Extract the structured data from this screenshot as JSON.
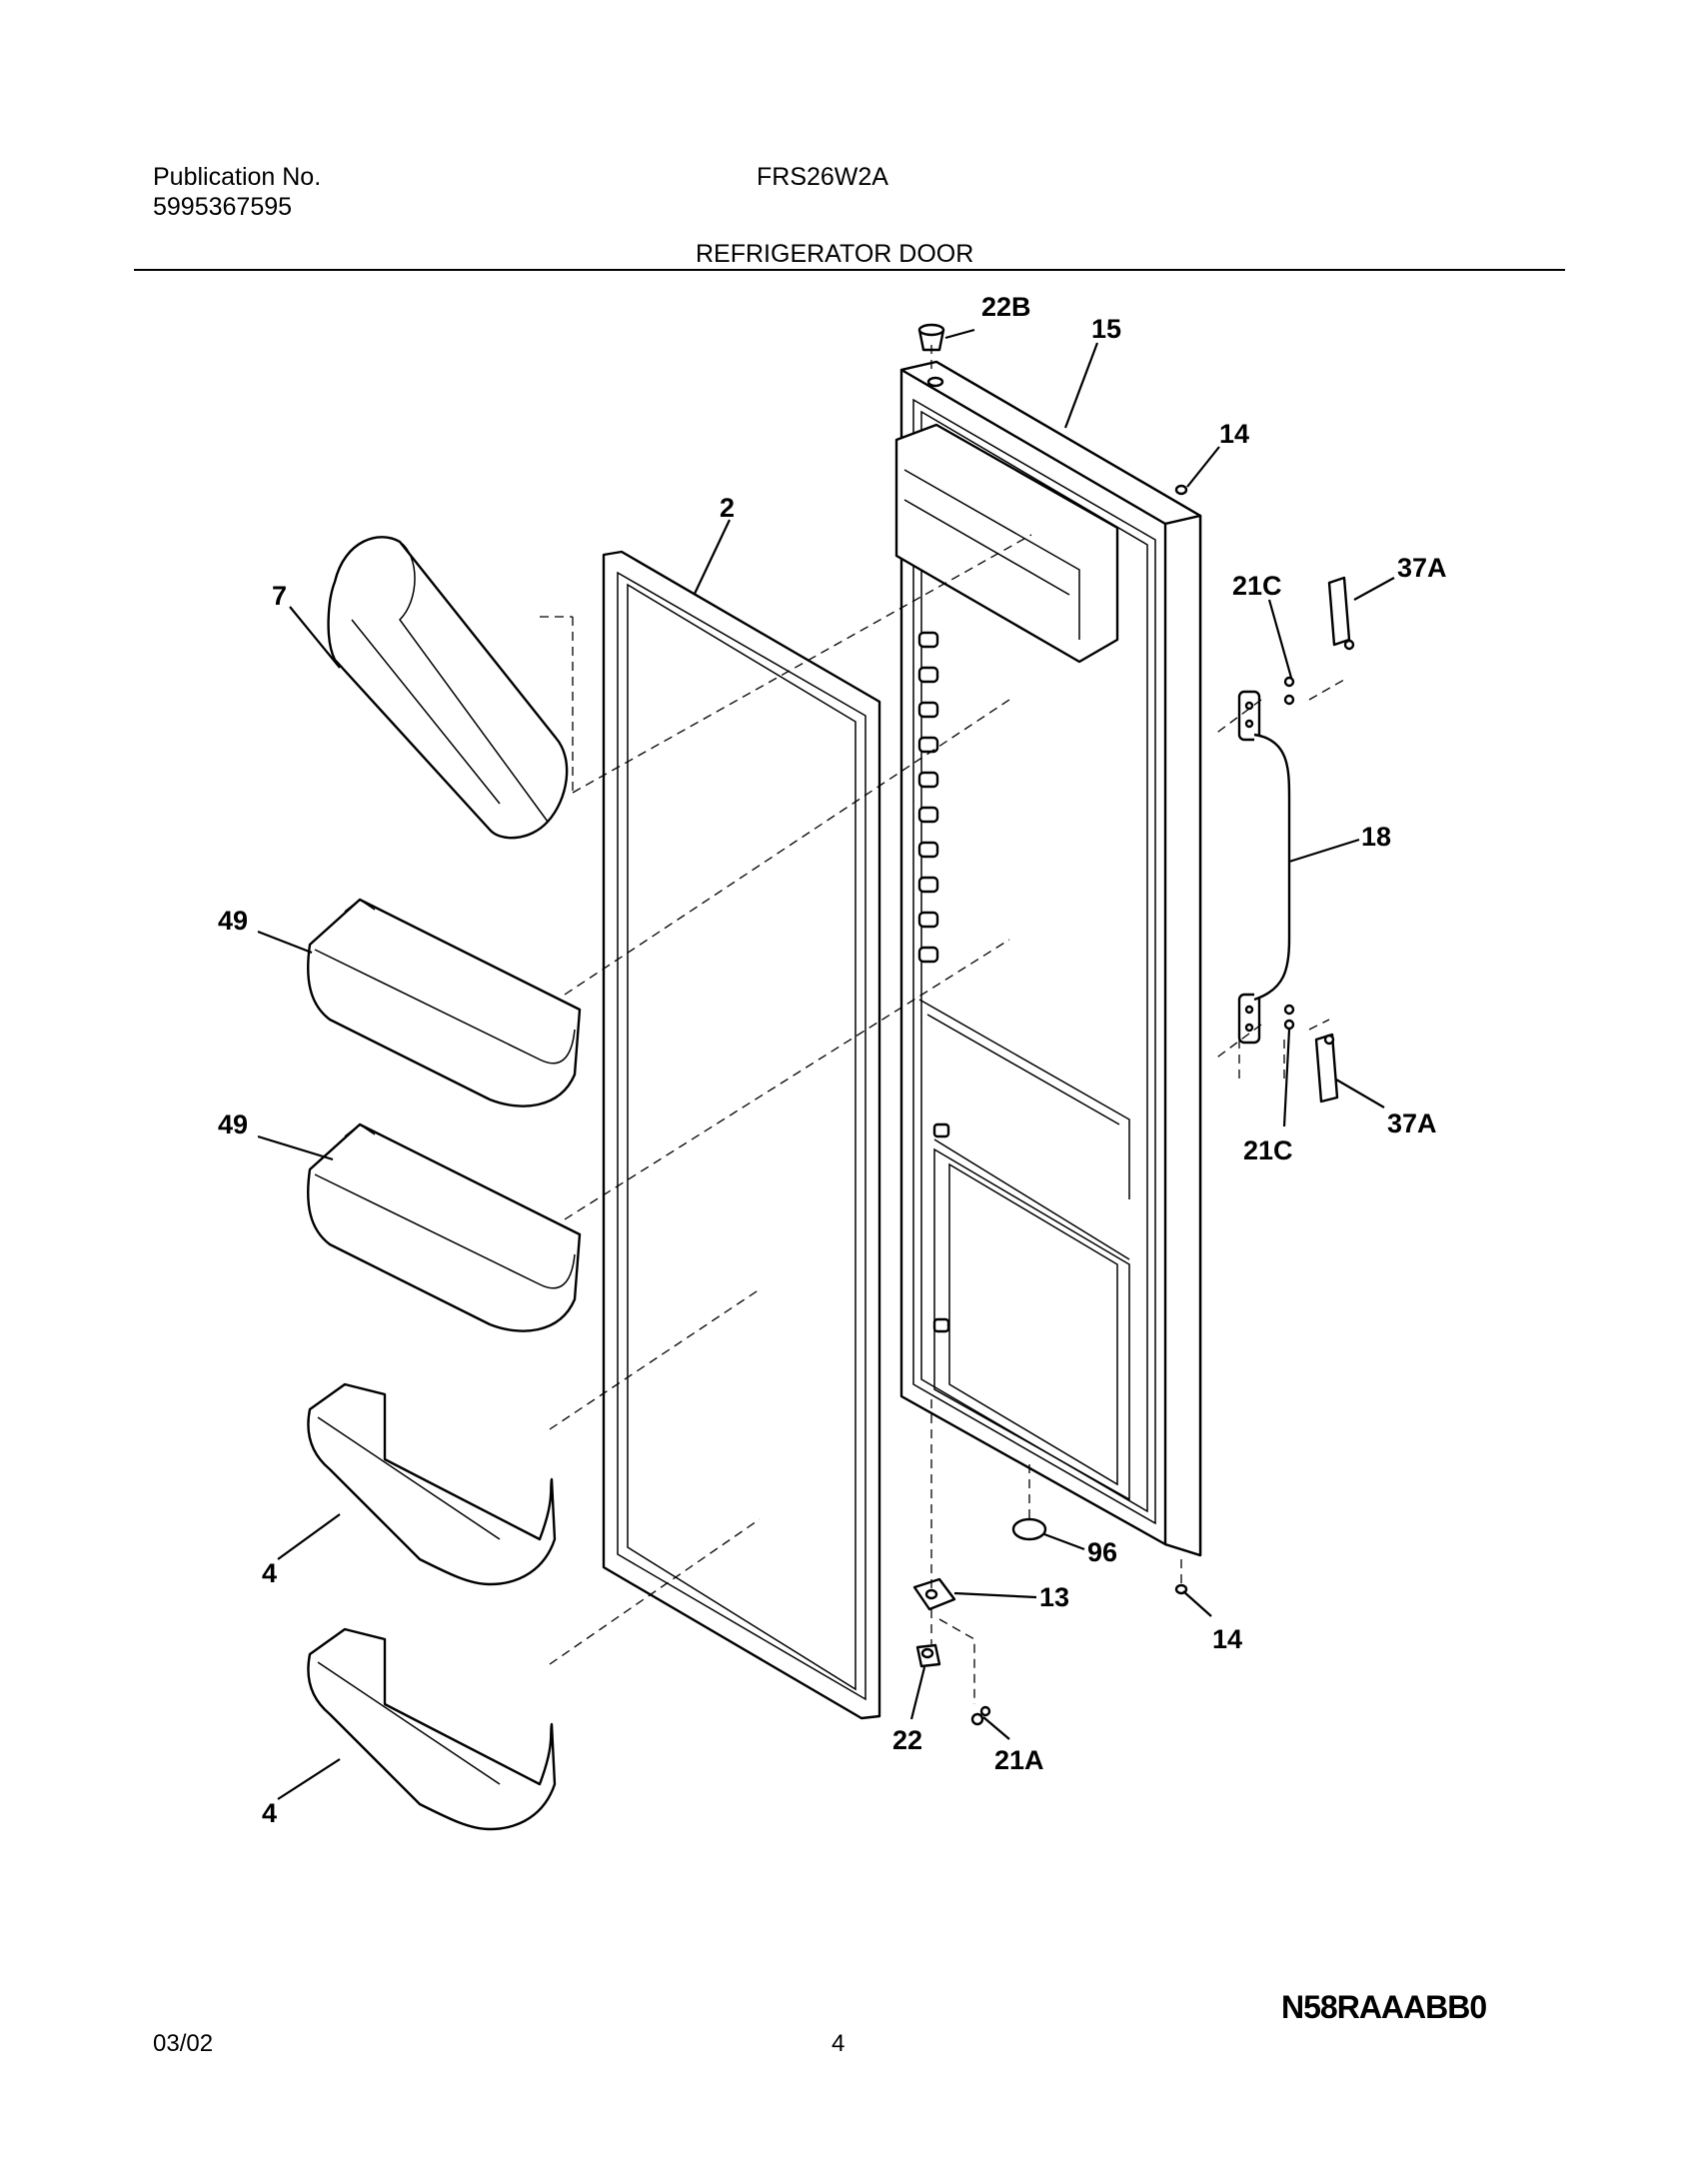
{
  "header": {
    "publication_label": "Publication No.",
    "publication_number": "5995367595",
    "model": "FRS26W2A",
    "section_title": "REFRIGERATOR DOOR"
  },
  "callouts": {
    "c22B": "22B",
    "c15": "15",
    "c14_top": "14",
    "c2": "2",
    "c7": "7",
    "c21C_top": "21C",
    "c37A_top": "37A",
    "c18": "18",
    "c49_a": "49",
    "c49_b": "49",
    "c21C_bottom": "21C",
    "c37A_bottom": "37A",
    "c96": "96",
    "c13": "13",
    "c14_bottom": "14",
    "c4_a": "4",
    "c4_b": "4",
    "c22": "22",
    "c21A": "21A"
  },
  "drawing_code": "N58RAAABB0",
  "footer": {
    "date": "03/02",
    "page_number": "4"
  }
}
